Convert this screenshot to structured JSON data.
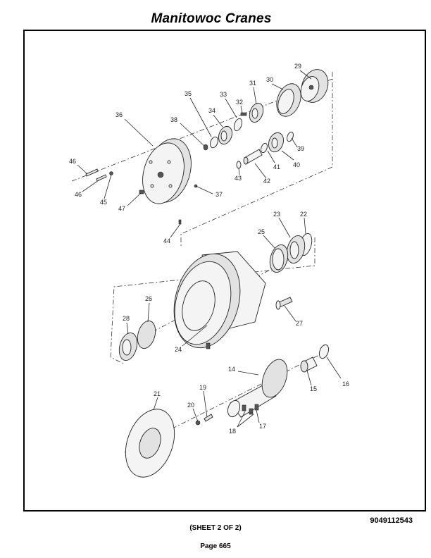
{
  "header": {
    "title": "Manitowoc Cranes"
  },
  "footer": {
    "part_number": "9049112543",
    "sheet": "(SHEET 2 OF 2)",
    "page": "Page 665"
  },
  "callouts": {
    "c14": "14",
    "c15": "15",
    "c16": "16",
    "c17": "17",
    "c18": "18",
    "c19": "19",
    "c20": "20",
    "c21": "21",
    "c22": "22",
    "c23": "23",
    "c24": "24",
    "c25": "25",
    "c26": "26",
    "c27": "27",
    "c28": "28",
    "c29": "29",
    "c30": "30",
    "c31": "31",
    "c32": "32",
    "c33": "33",
    "c34": "34",
    "c35": "35",
    "c36": "36",
    "c37": "37",
    "c38": "38",
    "c39": "39",
    "c40": "40",
    "c41": "41",
    "c42": "42",
    "c43": "43",
    "c44": "44",
    "c45": "45",
    "c46a": "46",
    "c46b": "46",
    "c47": "47"
  }
}
